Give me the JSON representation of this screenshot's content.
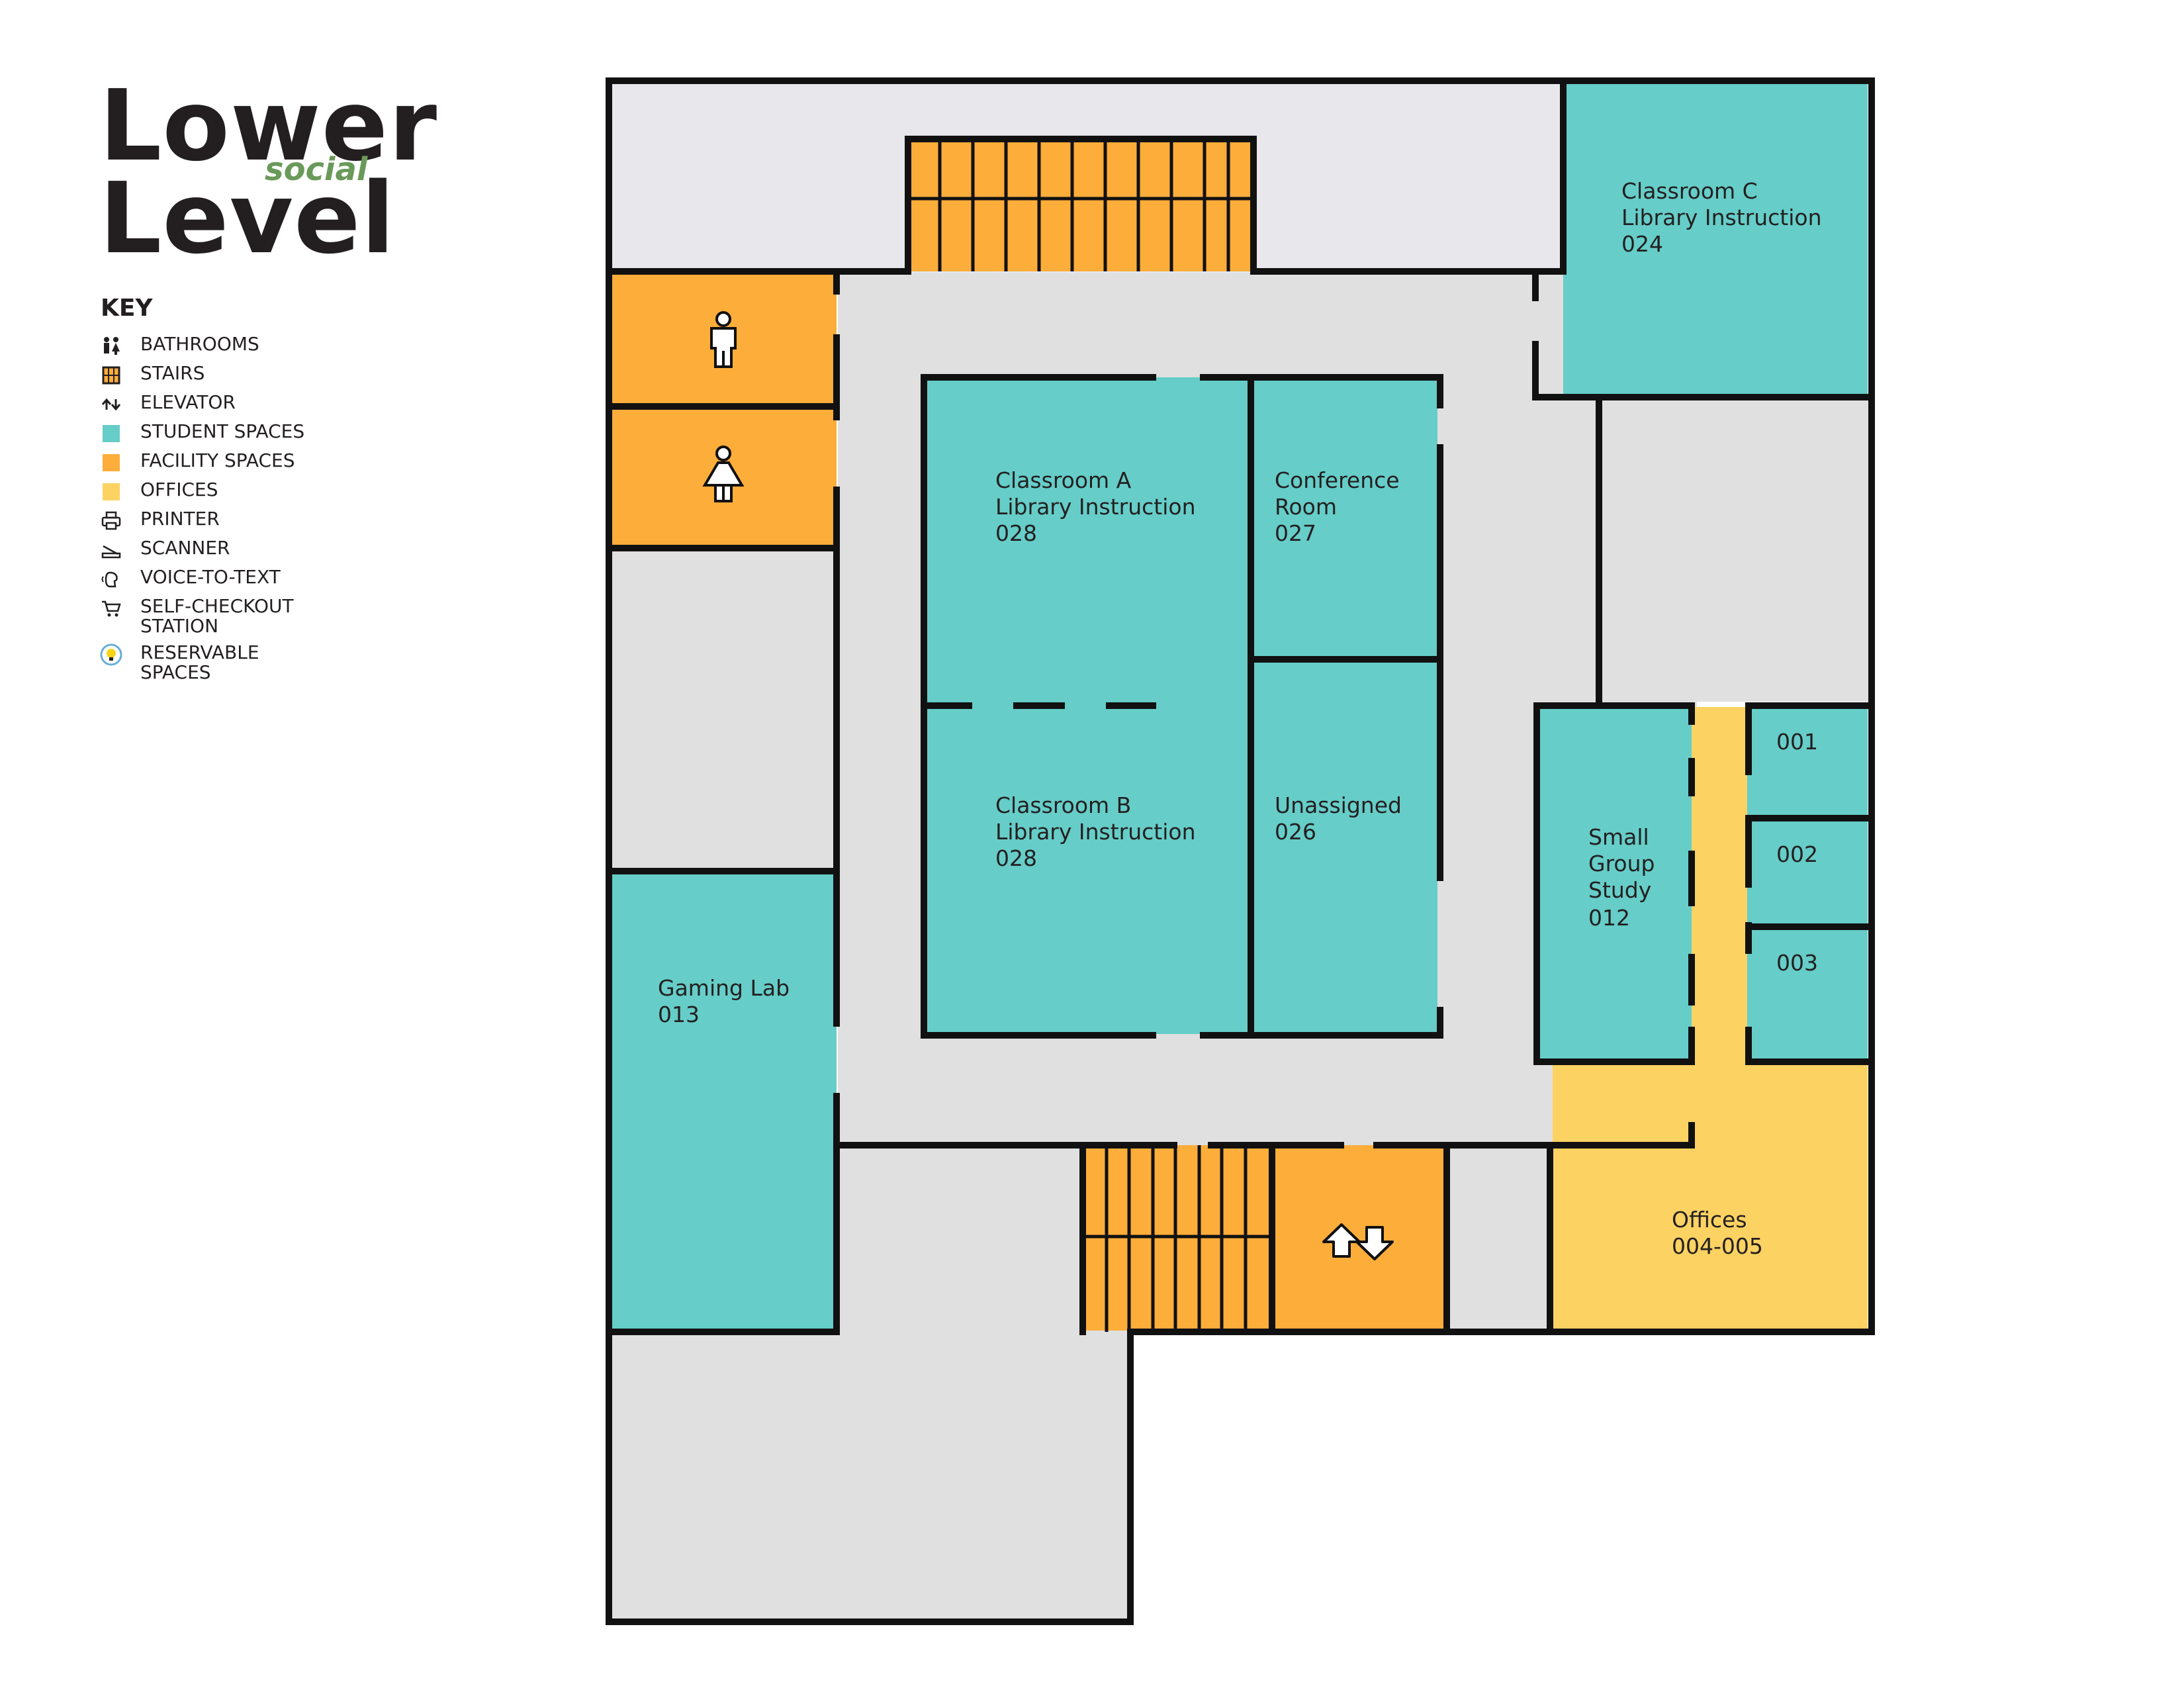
{
  "title": {
    "line1": "Lower",
    "line2": "Level",
    "subtitle": "social"
  },
  "key": {
    "heading": "KEY",
    "items": [
      {
        "icon": "bathrooms-icon",
        "label": "BATHROOMS"
      },
      {
        "icon": "stairs-icon",
        "label": "STAIRS"
      },
      {
        "icon": "elevator-icon",
        "label": "ELEVATOR"
      },
      {
        "icon": "student-spaces-swatch",
        "label": "STUDENT SPACES",
        "color": "#66cdc8"
      },
      {
        "icon": "facility-spaces-swatch",
        "label": "FACILITY SPACES",
        "color": "#fcad3a"
      },
      {
        "icon": "offices-swatch",
        "label": "OFFICES",
        "color": "#fcd262"
      },
      {
        "icon": "printer-icon",
        "label": "PRINTER"
      },
      {
        "icon": "scanner-icon",
        "label": "SCANNER"
      },
      {
        "icon": "voice-to-text-icon",
        "label": "VOICE-TO-TEXT"
      },
      {
        "icon": "self-checkout-icon",
        "label": "SELF-CHECKOUT\nSTATION"
      },
      {
        "icon": "reservable-spaces-icon",
        "label": "RESERVABLE\nSPACES"
      }
    ]
  },
  "colors": {
    "student": "#66cdc8",
    "facility": "#fcad3a",
    "office": "#fcd262",
    "corridor": "#e0e0e0",
    "exterior": "#e8e8ec",
    "wall": "#111111"
  },
  "rooms": {
    "classroom_c": [
      "Classroom C",
      "Library Instruction",
      "024"
    ],
    "classroom_a": [
      "Classroom A",
      "Library Instruction",
      "028"
    ],
    "classroom_b": [
      "Classroom B",
      "Library Instruction",
      "028"
    ],
    "conference": [
      "Conference",
      "Room",
      "027"
    ],
    "unassigned": [
      "Unassigned",
      "026"
    ],
    "small_group": [
      "Small",
      "Group",
      "Study",
      "012"
    ],
    "r001": "001",
    "r002": "002",
    "r003": "003",
    "gaming_lab": [
      "Gaming Lab",
      "013"
    ],
    "offices": [
      "Offices",
      "004-005"
    ]
  }
}
